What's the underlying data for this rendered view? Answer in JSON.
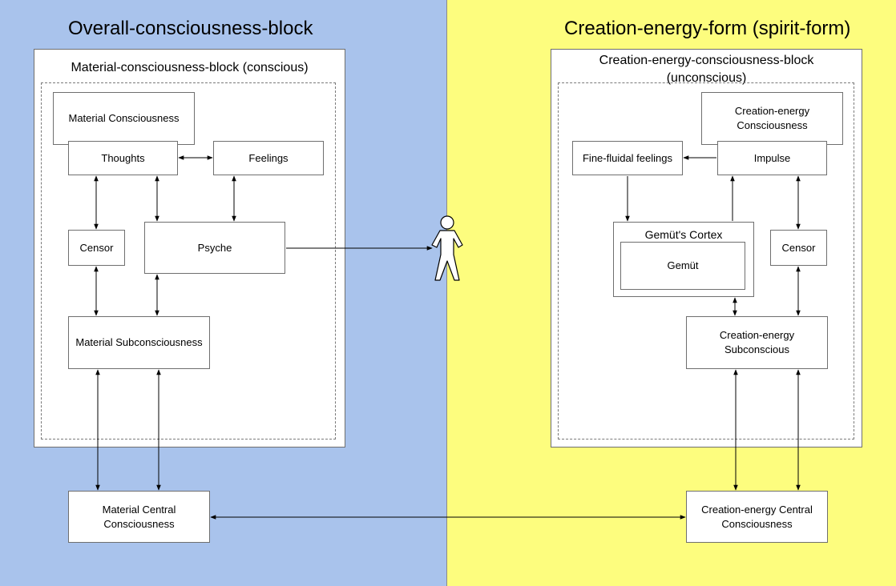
{
  "left": {
    "title": "Overall-consciousness-block",
    "block_label": "Material-consciousness-block (conscious)",
    "nodes": {
      "material_consciousness": "Material Consciousness",
      "thoughts": "Thoughts",
      "feelings": "Feelings",
      "censor": "Censor",
      "psyche": "Psyche",
      "material_subconsciousness": "Material Subconsciousness",
      "material_central_consciousness": "Material Central Consciousness"
    }
  },
  "right": {
    "title": "Creation-energy-form (spirit-form)",
    "block_label": "Creation-energy-consciousness-block (unconscious)",
    "nodes": {
      "creation_energy_consciousness": "Creation-energy Consciousness",
      "impulse": "Impulse",
      "fine_fluidal_feelings": "Fine-fluidal feelings",
      "gemuts_cortex": "Gemüt's Cortex",
      "gemut": "Gemüt",
      "censor": "Censor",
      "creation_energy_subconscious": "Creation-energy Subconscious",
      "creation_energy_central_consciousness": "Creation-energy Central Consciousness"
    }
  },
  "colors": {
    "left_background": "#a9c3ec",
    "right_background": "#fdfd7e"
  }
}
